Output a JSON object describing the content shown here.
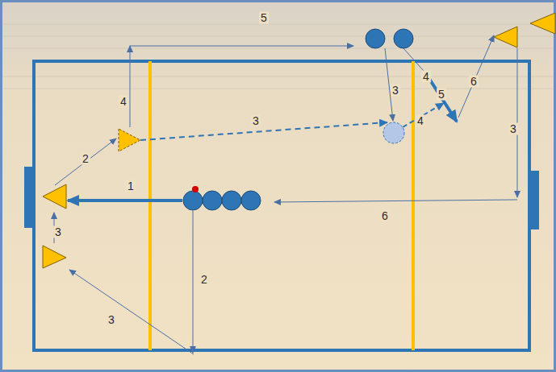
{
  "diagram": {
    "labels": [
      "5",
      "4",
      "3",
      "6",
      "5",
      "4",
      "3",
      "4",
      "3",
      "2",
      "1",
      "6",
      "3",
      "2",
      "3"
    ]
  }
}
